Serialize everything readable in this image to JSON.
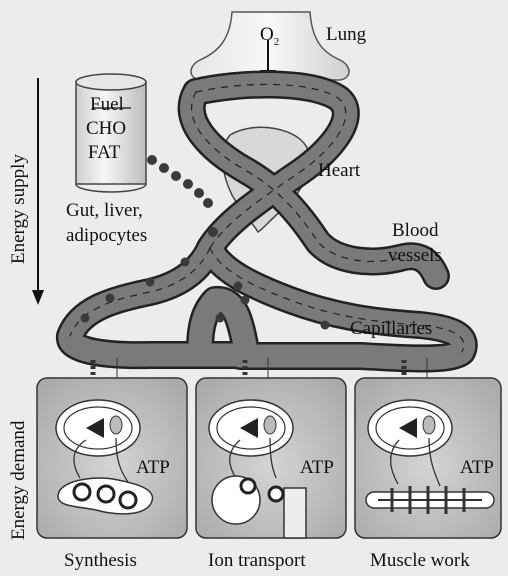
{
  "labels": {
    "o2": "O",
    "o2_sub": "2",
    "lung": "Lung",
    "fuel_title": "Fuel",
    "fuel_cho": "CHO",
    "fuel_fat": "FAT",
    "fuel_source_line1": "Gut, liver,",
    "fuel_source_line2": "adipocytes",
    "heart": "Heart",
    "blood_line1": "Blood",
    "blood_line2": "vessels",
    "capillaries": "Capillaries",
    "atp_1": "ATP",
    "atp_2": "ATP",
    "atp_3": "ATP",
    "energy_supply": "Energy supply",
    "energy_demand": "Energy demand",
    "cell_1": "Synthesis",
    "cell_2": "Ion transport",
    "cell_3": "Muscle work"
  },
  "colors": {
    "background": "#ececec",
    "vessel_fill": "#7a7a7a",
    "vessel_edge": "#222222",
    "cell_fill": "#bdbdbd",
    "dots": "#3a3a3a"
  }
}
